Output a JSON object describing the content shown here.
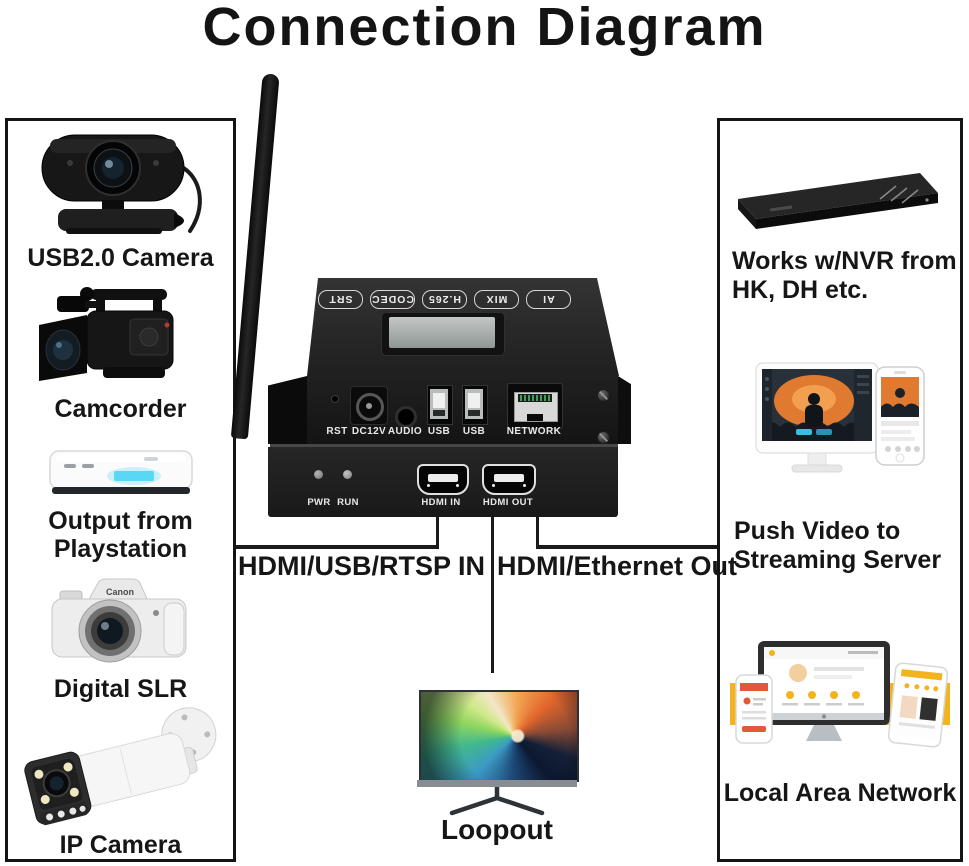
{
  "title": "Connection Diagram",
  "left_panel": {
    "items": [
      {
        "id": "usb-camera",
        "label": "USB2.0 Camera"
      },
      {
        "id": "camcorder",
        "label": "Camcorder"
      },
      {
        "id": "playstation",
        "label": "Output from\nPlaystation"
      },
      {
        "id": "dslr",
        "label": "Digital SLR",
        "brand": "Canon"
      },
      {
        "id": "ip-camera",
        "label": "IP Camera"
      }
    ]
  },
  "right_panel": {
    "items": [
      {
        "id": "nvr",
        "label": "Works w/NVR from\nHK, DH etc."
      },
      {
        "id": "streaming",
        "label": "Push Video to\nStreaming Server"
      },
      {
        "id": "lan",
        "label": "Local Area Network"
      }
    ]
  },
  "encoder": {
    "top_badges": [
      "SRT",
      "CODEC",
      "H.265",
      "MIX",
      "AI"
    ],
    "rear_labels": {
      "rst": "RST",
      "dc12v": "DC12V",
      "audio": "AUDIO",
      "usb1": "USB",
      "usb2": "USB",
      "network": "NETWORK"
    },
    "front_labels": {
      "pwr": "PWR",
      "run": "RUN",
      "hdmi_in": "HDMI IN",
      "hdmi_out": "HDMI OUT"
    }
  },
  "connections": {
    "in_label": "HDMI/USB/RTSP IN",
    "out_label": "HDMI/Ethernet Out",
    "loopout_label": "Loopout"
  },
  "colors": {
    "panel_border": "#141414",
    "device_black": "#1d1d1d",
    "console_glow_cyan": "#58d8f4",
    "lan_yellow": "#f2b31f",
    "stream_orange": "#df7a30"
  }
}
